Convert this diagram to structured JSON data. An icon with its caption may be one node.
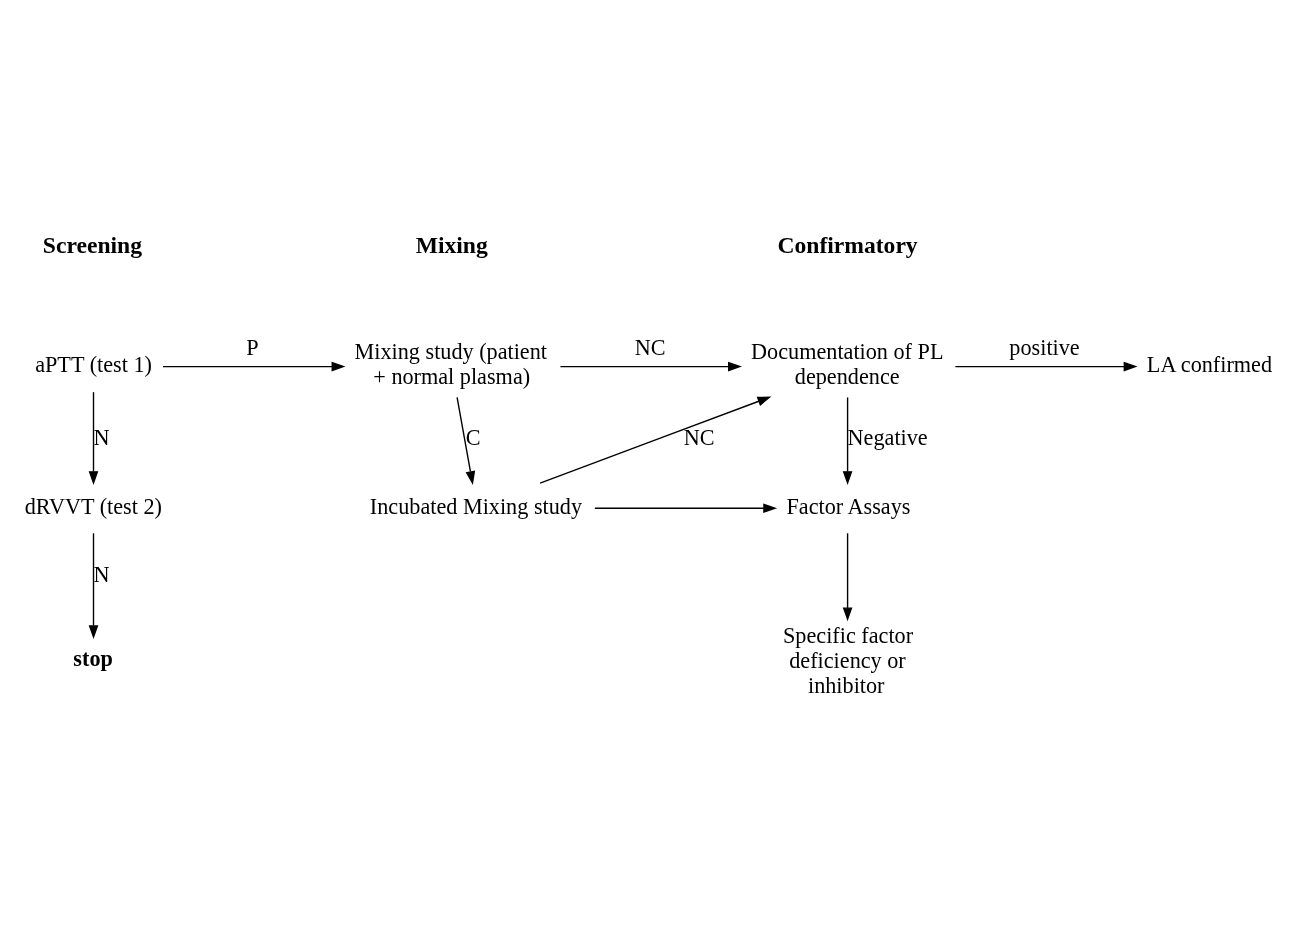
{
  "diagram": {
    "nodes": [
      {
        "text": [
          "aPTT (test 1)"
        ]
      },
      {
        "text": [
          "Mixing study (patient + normal plasma)"
        ]
      },
      {
        "text": [
          "Documentation of PL dependence"
        ]
      },
      {
        "text": [
          "LA confirmed"
        ]
      },
      {
        "text": [
          "dRVVT (test 2)"
        ]
      },
      {
        "text": [
          "Incubated Mixing study"
        ]
      },
      {
        "text": [
          "Factor Assays"
        ]
      },
      {
        "text": [
          "stop"
        ]
      },
      {
        "text": [
          "Specific factor deficiency or inhibitor"
        ]
      }
    ],
    "edges": [
      {
        "from": 0,
        "to": 1,
        "arrow": "to",
        "label": "P"
      },
      {
        "from": 1,
        "to": 2,
        "arrow": "to",
        "label": "NC"
      },
      {
        "from": 2,
        "to": 3,
        "arrow": "to",
        "label": "positive"
      },
      {
        "from": 0,
        "to": 4,
        "arrow": "to",
        "label": "N"
      },
      {
        "from": 1,
        "to": 5,
        "arrow": "to",
        "label": "C"
      },
      {
        "from": 5,
        "to": 2,
        "arrow": "to",
        "label": "NC"
      },
      {
        "from": 2,
        "to": 6,
        "arrow": "to",
        "label": "Negative"
      },
      {
        "from": 5,
        "to": 6,
        "arrow": "to"
      },
      {
        "from": 4,
        "to": 7,
        "arrow": "to",
        "label": "N"
      },
      {
        "from": 6,
        "to": 8,
        "arrow": "to"
      }
    ],
    "labels": [
      "Screening",
      "Mixing",
      "Confirmatory"
    ]
  }
}
